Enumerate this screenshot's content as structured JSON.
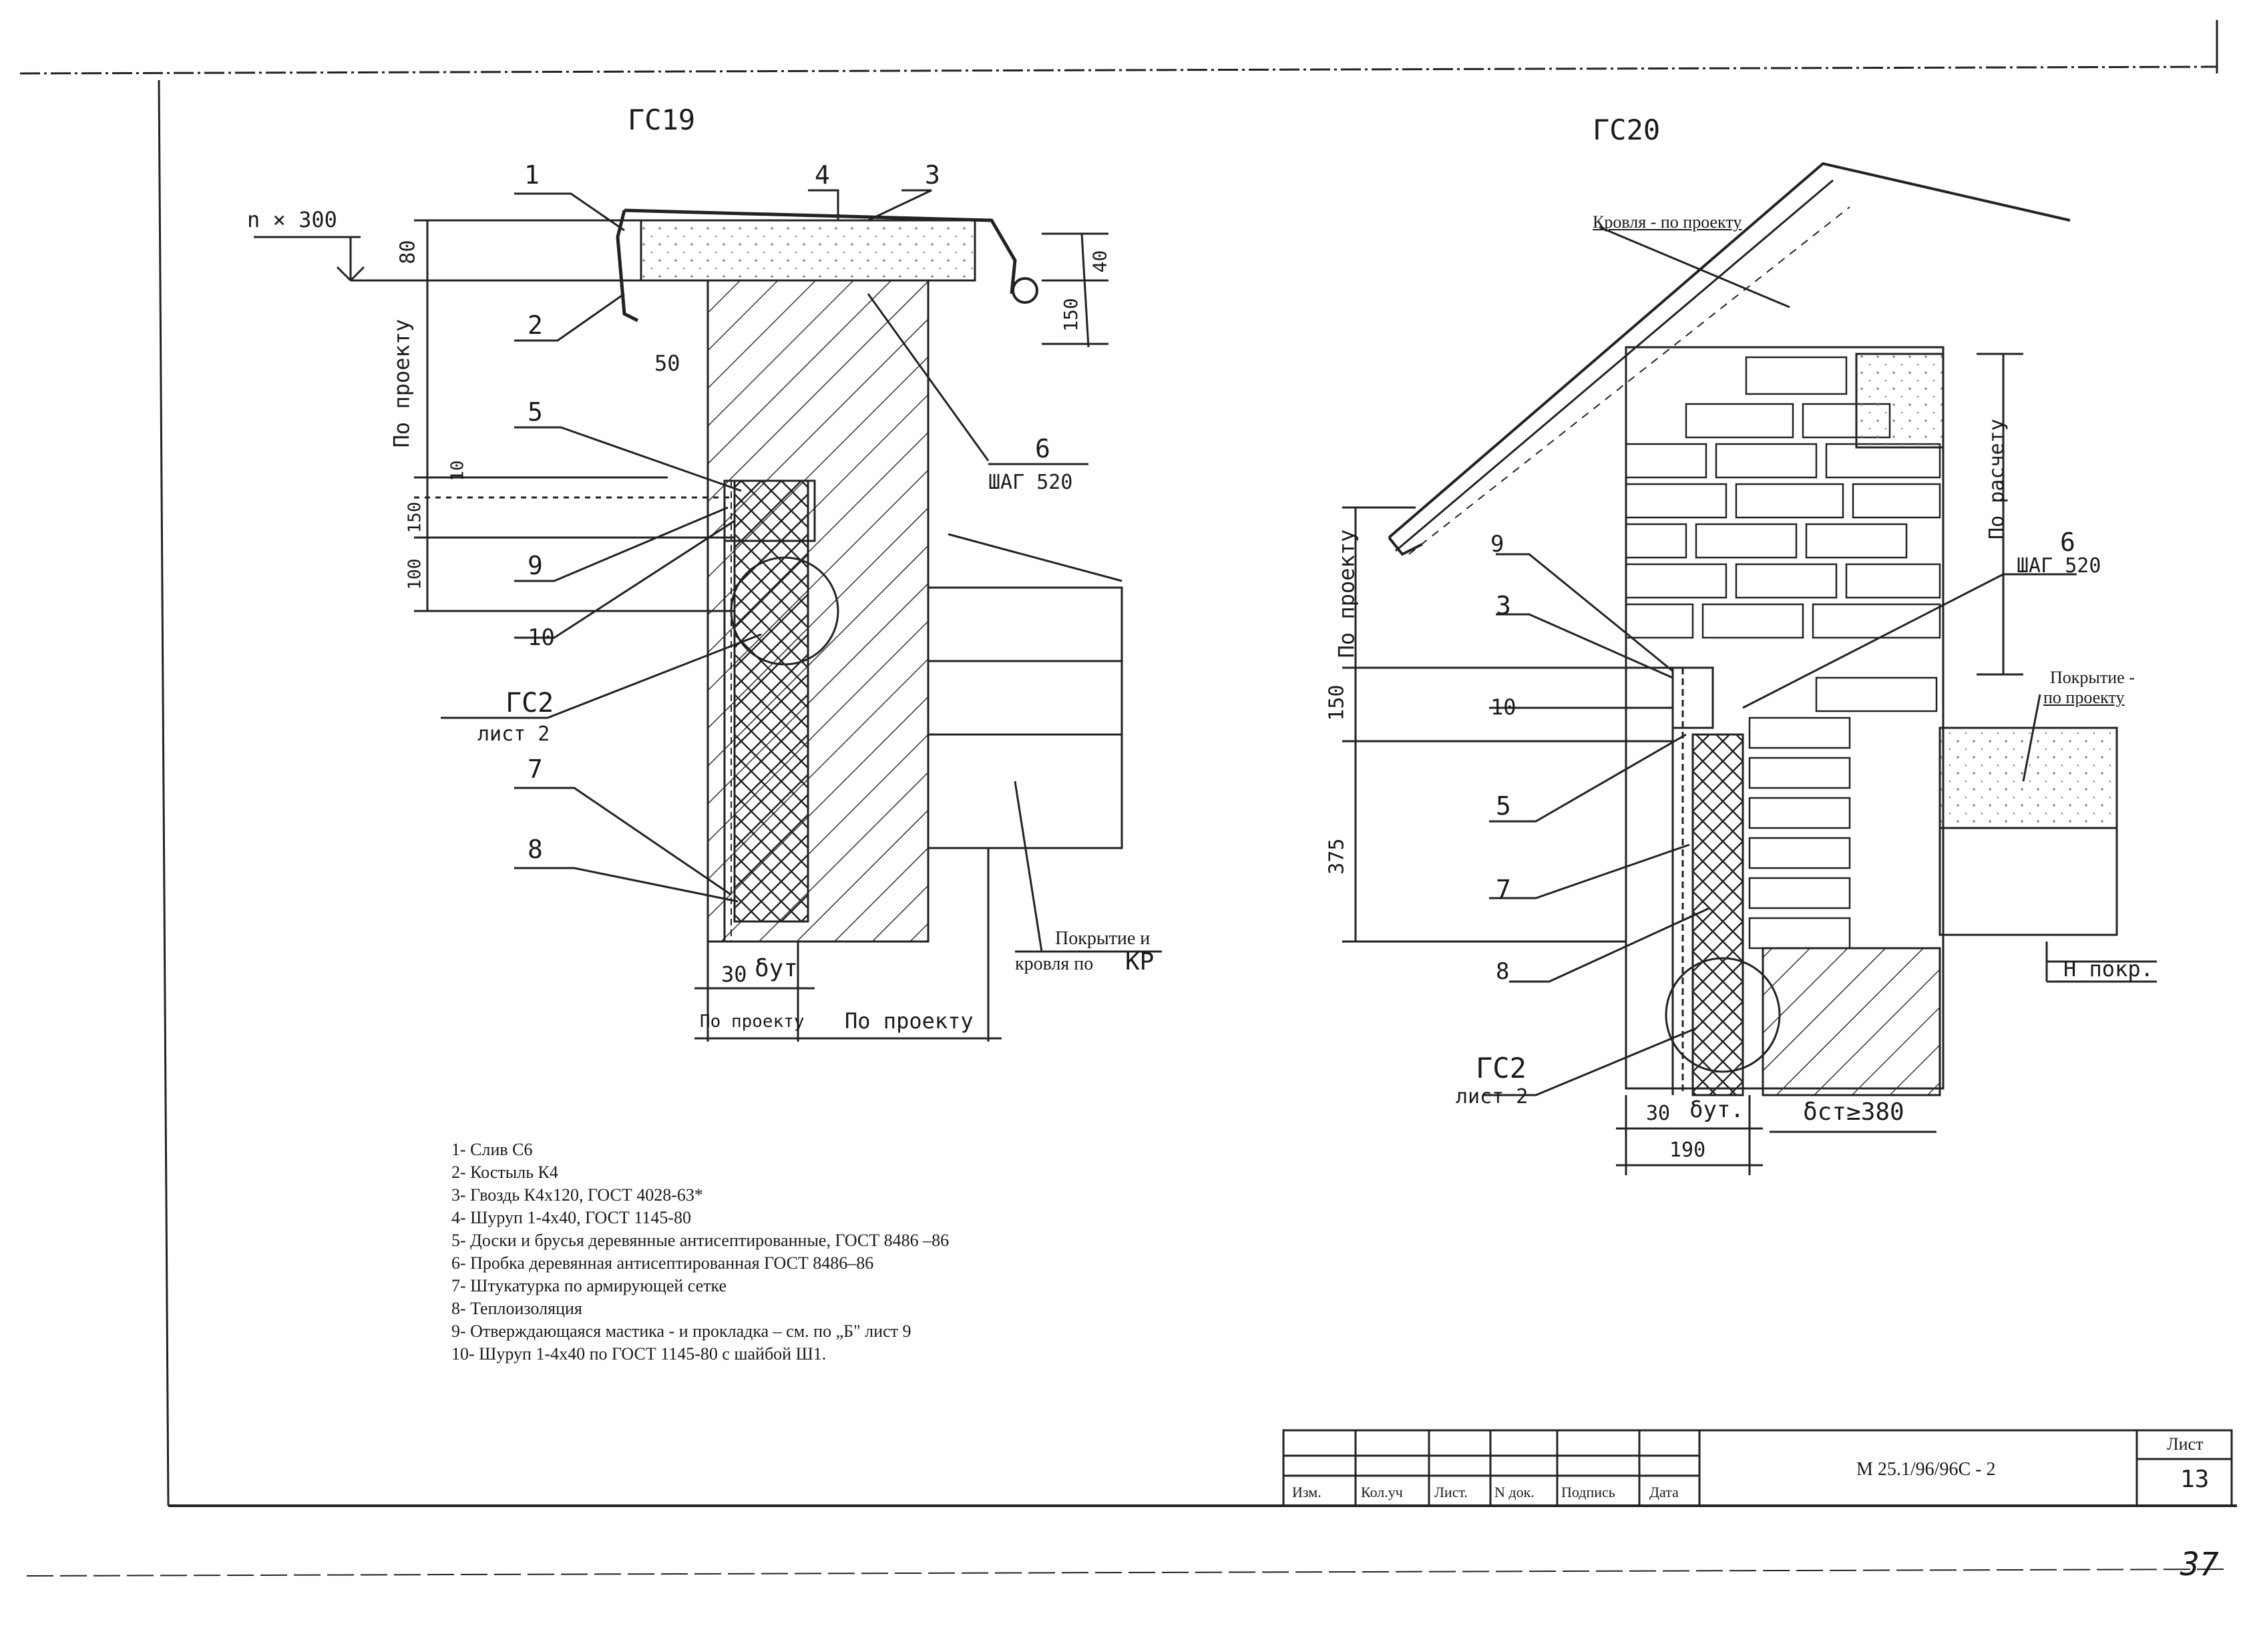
{
  "sheet": {
    "left_title": "ГС19",
    "right_title": "ГС20",
    "page_number_handwritten": "37"
  },
  "left_drawing": {
    "callouts": [
      "1",
      "2",
      "3",
      "4",
      "5",
      "6",
      "7",
      "8",
      "9",
      "10"
    ],
    "step_label": "ШАГ 520",
    "level_label": "n × 300",
    "dims": {
      "d80": "80",
      "d40": "40",
      "d150_top": "150",
      "d50": "50",
      "d10": "10",
      "d150": "150",
      "d100": "100",
      "d30": "30",
      "delta_ut": "δут",
      "po_proektu_left": "По проекту",
      "po_proektu_bottom_left": "По проекту",
      "po_proektu_bottom_right": "По проекту"
    },
    "gs_ref": "ГС2",
    "gs_sheet": "лист 2",
    "pokrytie_line1": "Покрытие и",
    "pokrytie_line2": "кровля по",
    "pokrytie_kr": "КР"
  },
  "right_drawing": {
    "krovlya_label": "Кровля - по проекту",
    "po_raschetu": "По расчету",
    "po_proektu": "По проекту",
    "callouts": [
      "9",
      "3",
      "10",
      "5",
      "7",
      "8",
      "6"
    ],
    "step_label": "ШАГ 520",
    "pokrytie_line1": "Покрытие -",
    "pokrytie_line2": "по проекту",
    "dims": {
      "d150": "150",
      "d375": "375",
      "d30": "30",
      "delta_ut": "δут.",
      "d190": "190",
      "delta_st": "δст≥380"
    },
    "gs_ref": "ГС2",
    "gs_sheet": "лист 2",
    "h_pokr": "Н покр."
  },
  "legend": [
    "1- Слив С6",
    "2- Костыль К4",
    "3- Гвоздь К4х120, ГОСТ 4028-63*",
    "4- Шуруп 1-4х40, ГОСТ 1145-80",
    "5- Доски и брусья деревянные антисептированные, ГОСТ 8486 –86",
    "6- Пробка деревянная антисептированная ГОСТ 8486–86",
    "7- Штукатурка по армирующей сетке",
    "8- Теплоизоляция",
    "9- Отверждающаяся мастика - и прокладка – см. по „Б\" лист 9",
    "10- Шуруп 1-4х40 по ГОСТ 1145-80 с шайбой Ш1."
  ],
  "title_block": {
    "columns": [
      "Изм.",
      "Кол.уч",
      "Лист.",
      "N док.",
      "Подпись",
      "Дата"
    ],
    "code": "М 25.1/96/96С - 2",
    "sheet_label": "Лист",
    "sheet_number": "13"
  },
  "colors": {
    "ink": "#1a1a1a",
    "paper": "#ffffff"
  }
}
